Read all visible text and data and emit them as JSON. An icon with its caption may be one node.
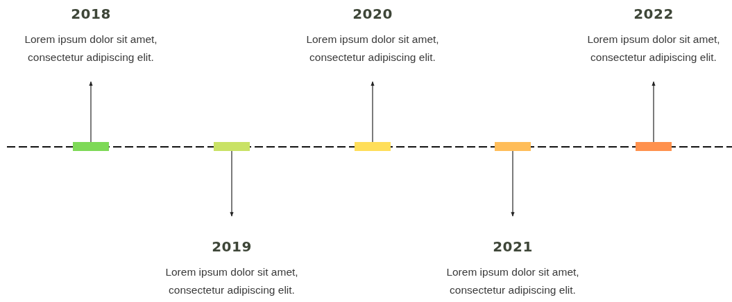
{
  "diagram": {
    "nodes": [
      {
        "text": [
          "2018",
          "Lorem ipsum dolor sit amet, consectetur adipiscing elit."
        ]
      },
      {
        "text": [
          "2019",
          "Lorem ipsum dolor sit amet, consectetur adipiscing elit."
        ]
      },
      {
        "text": [
          "2020",
          "Lorem ipsum dolor sit amet, consectetur adipiscing elit."
        ]
      },
      {
        "text": [
          "2021",
          "Lorem ipsum dolor sit amet, consectetur adipiscing elit."
        ]
      },
      {
        "text": [
          "2022",
          "Lorem ipsum dolor sit amet, consectetur adipiscing elit."
        ]
      },
      {
        "text": [],
        "shape": "bar"
      },
      {
        "text": [],
        "shape": "bar"
      },
      {
        "text": [],
        "shape": "bar"
      },
      {
        "text": [],
        "shape": "bar"
      },
      {
        "text": [],
        "shape": "bar"
      }
    ],
    "edges": [
      {
        "from": 5,
        "to": 0,
        "arrow": "to"
      },
      {
        "from": 6,
        "to": 1,
        "arrow": "to"
      },
      {
        "from": 7,
        "to": 2,
        "arrow": "to"
      },
      {
        "from": 8,
        "to": 3,
        "arrow": "to"
      },
      {
        "from": 9,
        "to": 4,
        "arrow": "to"
      }
    ]
  }
}
